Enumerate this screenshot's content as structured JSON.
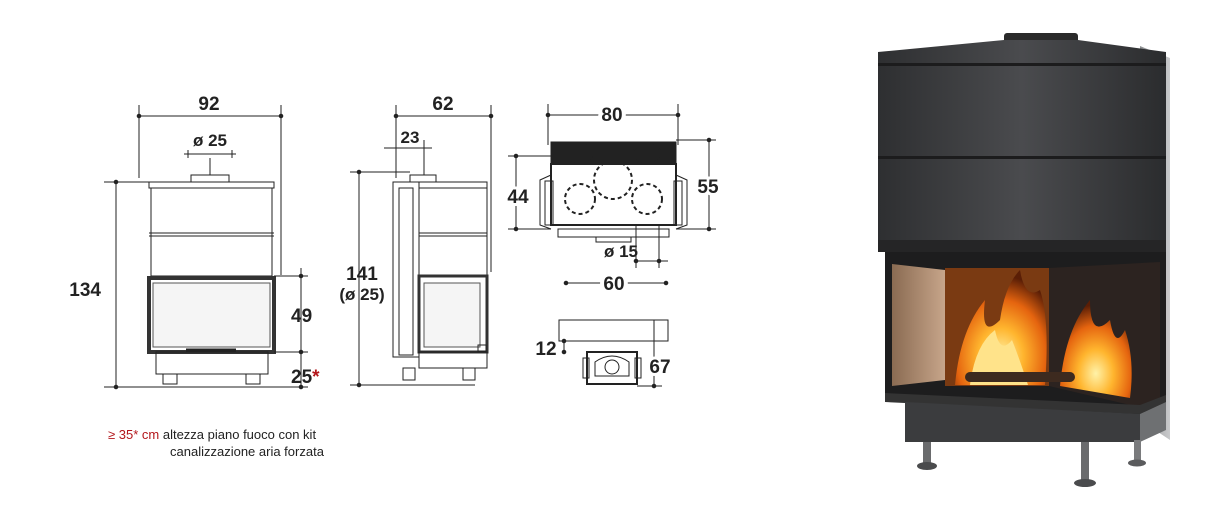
{
  "colors": {
    "accent": "#b3161b",
    "line": "#222222",
    "body_dark": "#3a3b3d"
  },
  "front_view": {
    "width": "92",
    "flue_diameter": "ø 25",
    "height": "134",
    "glass_height": "49",
    "base_height": "25",
    "base_mark": "*"
  },
  "side_view": {
    "depth": "62",
    "flue_offset": "23",
    "height": "141",
    "height_note": "(ø 25)"
  },
  "top_view": {
    "width": "80",
    "depth_inner": "44",
    "depth_outer": "55",
    "air_diameter": "ø 15",
    "bottom_width": "60"
  },
  "air_inlet_view": {
    "offset": "12",
    "depth": "67"
  },
  "note": {
    "highlight": "≥ 35* cm",
    "line1": "altezza piano fuoco con kit",
    "line2": "canalizzazione aria forzata"
  }
}
